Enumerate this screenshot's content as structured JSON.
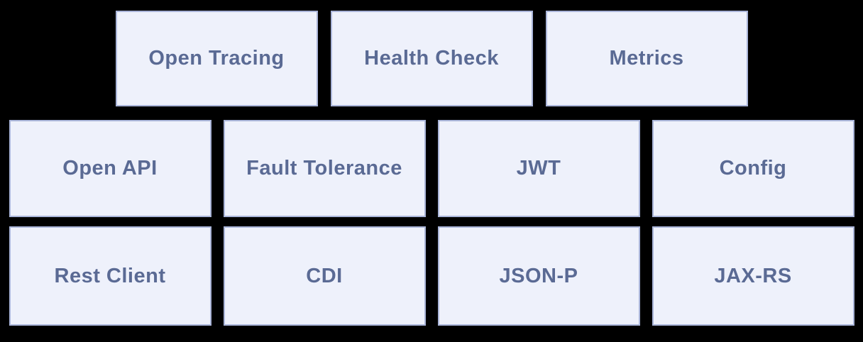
{
  "theme": {
    "page_background": "#000000",
    "box_fill": "#eef1fb",
    "box_border": "#aab5d9",
    "label_color": "#5a6a94"
  },
  "diagram": {
    "rows": [
      {
        "boxes": [
          {
            "label": "Open Tracing"
          },
          {
            "label": "Health Check"
          },
          {
            "label": "Metrics"
          }
        ]
      },
      {
        "boxes": [
          {
            "label": "Open API"
          },
          {
            "label": "Fault Tolerance"
          },
          {
            "label": "JWT"
          },
          {
            "label": "Config"
          }
        ]
      },
      {
        "boxes": [
          {
            "label": "Rest Client"
          },
          {
            "label": "CDI"
          },
          {
            "label": "JSON-P"
          },
          {
            "label": "JAX-RS"
          }
        ]
      }
    ]
  }
}
